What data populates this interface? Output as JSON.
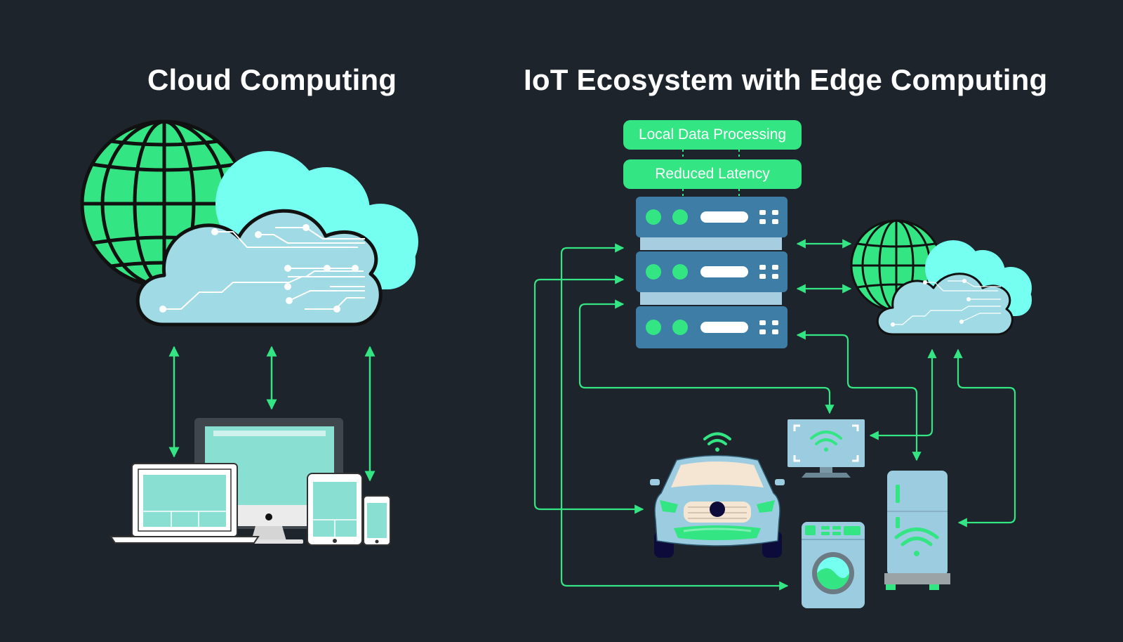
{
  "titles": {
    "cloud": "Cloud Computing",
    "iot": "IoT Ecosystem with Edge Computing"
  },
  "edge_labels": {
    "local_processing": "Local Data Processing",
    "reduced_latency": "Reduced Latency"
  },
  "colors": {
    "background": "#1e242b",
    "accent_green": "#34e584",
    "cloud_light": "#a0dbe5",
    "cloud_cyan": "#75fff0",
    "server_blue": "#3e7ea6",
    "screen_teal": "#88dfd2",
    "device_blue": "#9ccce0"
  },
  "icons": {
    "left_globe": "globe-icon",
    "left_cloud": "circuit-cloud-icon",
    "devices": [
      "laptop-icon",
      "desktop-monitor-icon",
      "tablet-icon",
      "smartphone-icon"
    ],
    "server": "server-rack-icon",
    "right_cloud": "globe-cloud-icon",
    "iot_devices": [
      "smart-car-icon",
      "smart-monitor-icon",
      "washing-machine-icon",
      "smart-fridge-icon"
    ],
    "wifi": "wifi-icon"
  }
}
